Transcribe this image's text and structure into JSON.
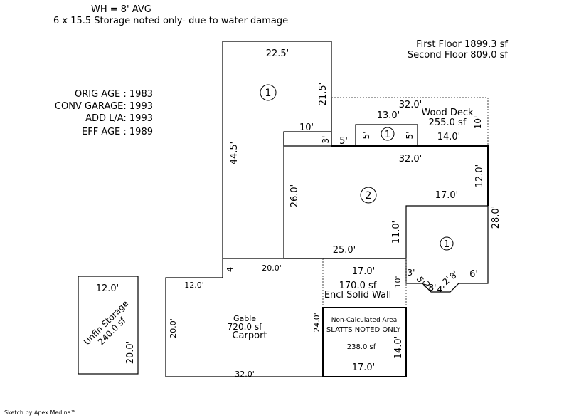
{
  "header": {
    "line1": "WH = 8' AVG",
    "line2": "6 x 15.5 Storage noted only- due to water damage"
  },
  "area_summary": {
    "first_floor": "First Floor 1899.3 sf",
    "second_floor": "Second Floor  809.0 sf"
  },
  "ages": {
    "orig": "ORIG AGE : 1983",
    "conv": "CONV GARAGE:  1993",
    "add": "ADD L/A: 1993",
    "eff": "EFF AGE :  1989"
  },
  "dims": {
    "top_22_5": "22.5'",
    "left_44_5": "44.5'",
    "right_21_5": "21.5'",
    "step_10": "10'",
    "step_3": "3'",
    "step_5": "5'",
    "deck_32": "32.0'",
    "deck_13": "13.0'",
    "deck_5a": "5'",
    "deck_5b": "5'",
    "deck_14": "14.0'",
    "deck_10": "10'",
    "sec_32": "32.0'",
    "sec_12": "12.0'",
    "sec_26": "26.0'",
    "sec_17": "17.0'",
    "sec_11": "11.0'",
    "sec_25": "25.0'",
    "right_28": "28.0'",
    "bay_3": "3'",
    "bay_5": "5'",
    "bay_2a": "2'",
    "bay_8": "8'",
    "bay_4": "4'",
    "bay_2b": "2'",
    "bay_8b": "8'",
    "bay_6": "6'",
    "car_4": "4'",
    "car_20a": "20.0'",
    "car_12": "12.0'",
    "car_20b": "20.0'",
    "car_32": "32.0'",
    "encl_17": "17.0'",
    "encl_10": "10'",
    "encl_24": "24.0'",
    "nc_14": "14.0'",
    "nc_17": "17.0'",
    "stor_12": "12.0'",
    "stor_20": "20.0'"
  },
  "labels": {
    "floor1_a": "1",
    "floor1_b": "1",
    "floor1_c": "1",
    "floor2": "2",
    "deck_name": "Wood Deck",
    "deck_area": "255.0 sf",
    "encl_area": "170.0 sf",
    "encl_name": "Encl Solid Wall",
    "gable": "Gable",
    "carport_area": "720.0 sf",
    "carport": "Carport",
    "nc_title": "Non-Calculated Area",
    "nc_slatts": "SLATTS NOTED ONLY",
    "nc_area": "238.0 sf",
    "stor_name": "Unfin Storage",
    "stor_area": "240.0 sf"
  },
  "footer": {
    "credit": "Sketch by Apex Medina™"
  }
}
